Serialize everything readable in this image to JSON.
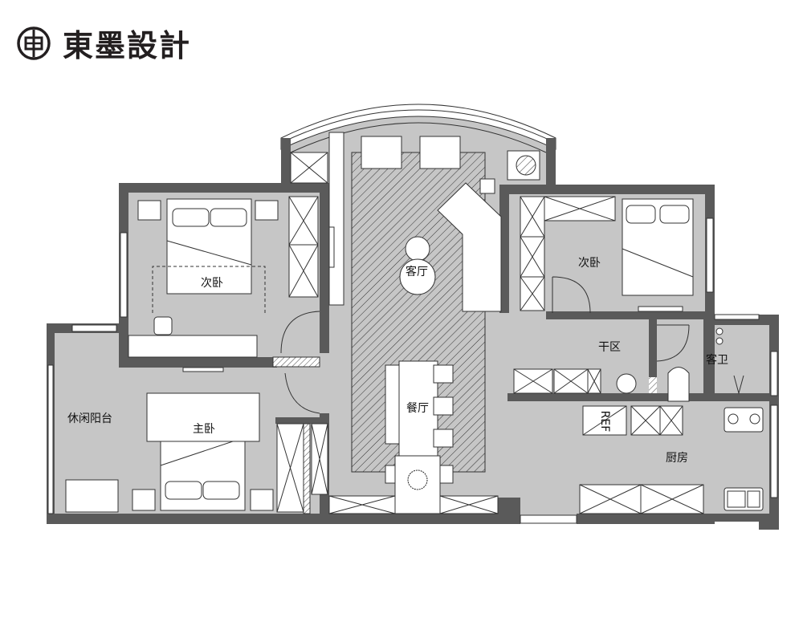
{
  "brand": {
    "name": "東墨設計"
  },
  "rooms": {
    "bedroom_upper_left": "次卧",
    "living_room": "客厅",
    "bedroom_right": "次卧",
    "dry_area": "干区",
    "guest_bathroom": "客卫",
    "dining_room": "餐厅",
    "kitchen": "厨房",
    "master_bedroom": "主卧",
    "balcony": "休闲阳台"
  },
  "appliances": {
    "fridge_label": "REF"
  },
  "colors": {
    "floor": "#c6c6c6",
    "wall": "#5a5a5a",
    "brand": "#231f20"
  }
}
